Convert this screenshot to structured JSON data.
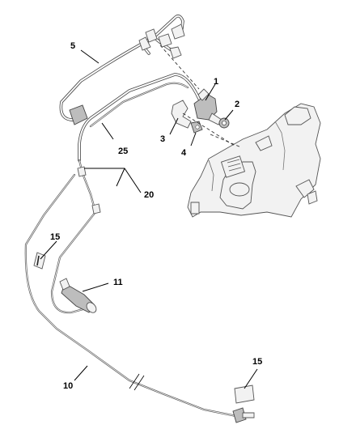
{
  "callouts": {
    "c1": "1",
    "c2": "2",
    "c3": "3",
    "c4": "4",
    "c5": "5",
    "c25": "25",
    "c20": "20",
    "c15a": "15",
    "c11": "11",
    "c10": "10",
    "c15b": "15"
  }
}
